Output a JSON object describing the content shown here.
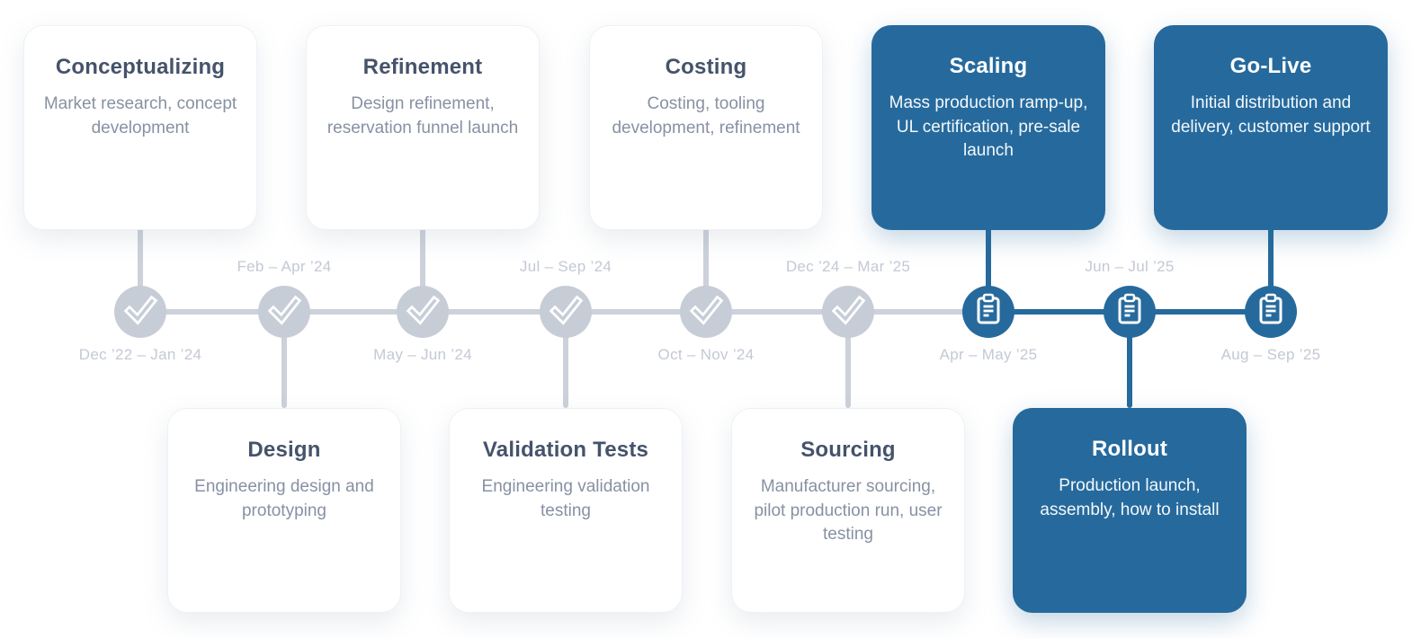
{
  "diagram": {
    "type": "product-roadmap-timeline",
    "stages": [
      {
        "title": "Conceptualizing",
        "description": "Market research, concept development",
        "dates": "Dec ’22 – Jan ’24",
        "status": "complete",
        "card_position": "top",
        "icon": "check-icon",
        "theme": "gray"
      },
      {
        "title": "Design",
        "description": "Engineering design and prototyping",
        "dates": "Feb – Apr ’24",
        "status": "complete",
        "card_position": "bottom",
        "icon": "check-icon",
        "theme": "gray"
      },
      {
        "title": "Refinement",
        "description": "Design refinement, reservation funnel launch",
        "dates": "May – Jun ’24",
        "status": "complete",
        "card_position": "top",
        "icon": "check-icon",
        "theme": "gray"
      },
      {
        "title": "Validation Tests",
        "description": "Engineering validation testing",
        "dates": "Jul – Sep ’24",
        "status": "complete",
        "card_position": "bottom",
        "icon": "check-icon",
        "theme": "gray"
      },
      {
        "title": "Costing",
        "description": "Costing, tooling development, refinement",
        "dates": "Oct – Nov ’24",
        "status": "complete",
        "card_position": "top",
        "icon": "check-icon",
        "theme": "gray"
      },
      {
        "title": "Sourcing",
        "description": "Manufacturer sourcing, pilot production run, user testing",
        "dates": "Dec ’24 – Mar ’25",
        "status": "complete",
        "card_position": "bottom",
        "icon": "check-icon",
        "theme": "gray"
      },
      {
        "title": "Scaling",
        "description": "Mass production ramp-up, UL certification, pre-sale launch",
        "dates": "Apr – May ’25",
        "status": "upcoming",
        "card_position": "top",
        "icon": "clipboard-icon",
        "theme": "blue"
      },
      {
        "title": "Rollout",
        "description": "Production launch, assembly, how to install",
        "dates": "Jun – Jul ’25",
        "status": "upcoming",
        "card_position": "bottom",
        "icon": "clipboard-icon",
        "theme": "blue"
      },
      {
        "title": "Go-Live",
        "description": "Initial distribution and delivery, customer support",
        "dates": "Aug – Sep ’25",
        "status": "upcoming",
        "card_position": "top",
        "icon": "clipboard-icon",
        "theme": "blue"
      }
    ],
    "colors": {
      "accent_blue": "#266a9d",
      "node_gray": "#c7cdd7",
      "line_gray": "#ccd1da",
      "date_text": "#c3c9d4",
      "title_text": "#45536b",
      "body_text": "#8791a3",
      "card_bg": "#ffffff",
      "page_bg": "#ffffff"
    }
  }
}
